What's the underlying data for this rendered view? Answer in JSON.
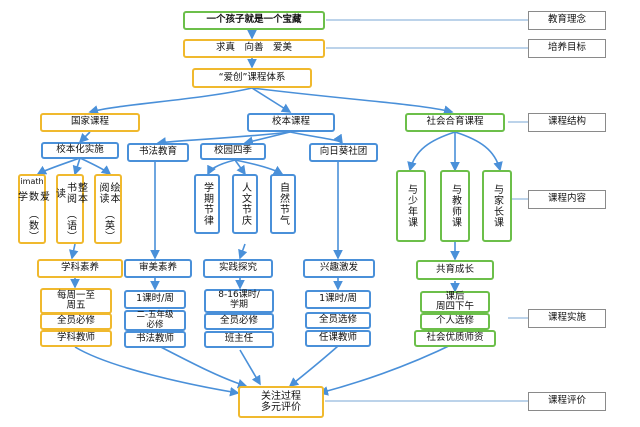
{
  "top": {
    "title": "一个孩子就是一个宝藏",
    "values": "求真　向善　爱美",
    "system": "“爱创”课程体系"
  },
  "labels": {
    "idea": "教育理念",
    "goal": "培养目标",
    "structure": "课程结构",
    "content": "课程内容",
    "implementation": "课程实施",
    "evaluation": "课程评价"
  },
  "national": {
    "title": "国家课程",
    "sub": "校本化实施",
    "items": [
      {
        "top": "imath",
        "text": "爱数学",
        "bottom": "（数）"
      },
      {
        "text": "整本书阅读",
        "bottom": "（语）"
      },
      {
        "text": "绘本阅读",
        "bottom": "（英）"
      }
    ],
    "literacy": "学科素养",
    "time": "每周一至\n周五",
    "mode": "全员必修",
    "teacher": "学科教师"
  },
  "school": {
    "title": "校本课程",
    "calligraphy": {
      "title": "书法教育",
      "literacy": "审美素养",
      "time": "1课时/周",
      "mode": "二-五年级\n必修",
      "teacher": "书法教师"
    },
    "seasons": {
      "title": "校园四季",
      "items": [
        "学期节律",
        "人文节庆",
        "自然节气"
      ],
      "literacy": "实践探究",
      "time": "8-16课时/\n学期",
      "mode": "全员必修",
      "teacher": "班主任"
    },
    "sunflower": {
      "title": "向日葵社团",
      "literacy": "兴趣激发",
      "time": "1课时/周",
      "mode": "全员选修",
      "teacher": "任课教师"
    }
  },
  "social": {
    "title": "社会合育课程",
    "items": [
      "与少年课",
      "与教师课",
      "与家长课"
    ],
    "literacy": "共育成长",
    "time": "课后\n周四下午",
    "mode": "个人选修",
    "teacher": "社会优质师资"
  },
  "evaluation": {
    "text": "关注过程\n多元评价"
  }
}
